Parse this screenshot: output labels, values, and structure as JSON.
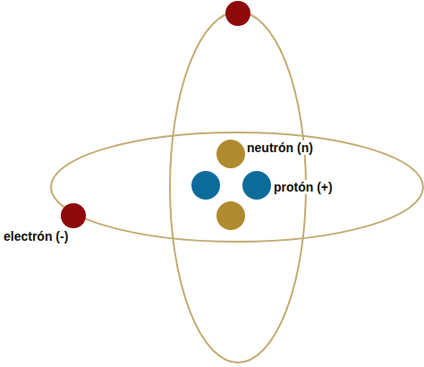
{
  "diagram": {
    "labels": [
      "neutrón (n)",
      "protón (+)",
      "electrón (-)"
    ]
  }
}
